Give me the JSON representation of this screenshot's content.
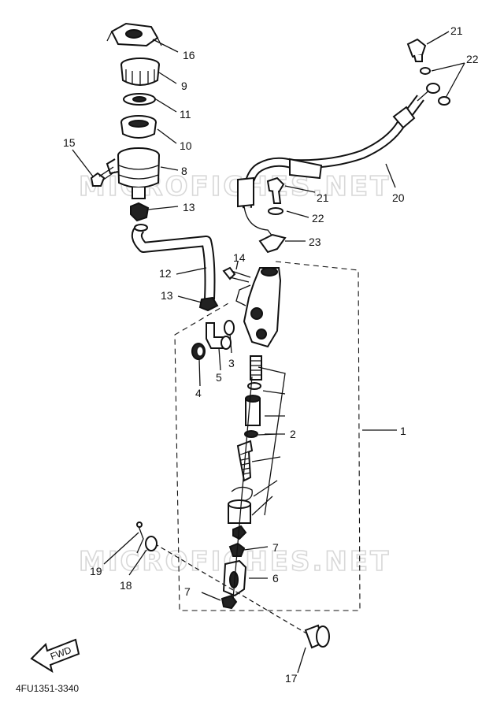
{
  "watermarks": [
    "MICROFICHES.NET",
    "MICROFICHES.NET"
  ],
  "diagram_code": "4FU1351-3340",
  "fwd_label": "FWD",
  "callouts": {
    "c1": "1",
    "c2": "2",
    "c3": "3",
    "c4": "4",
    "c5": "5",
    "c6": "6",
    "c7a": "7",
    "c7b": "7",
    "c8": "8",
    "c9": "9",
    "c10": "10",
    "c11": "11",
    "c12": "12",
    "c13a": "13",
    "c13b": "13",
    "c14": "14",
    "c15": "15",
    "c16": "16",
    "c17": "17",
    "c18": "18",
    "c19": "19",
    "c20": "20",
    "c21a": "21",
    "c21b": "21",
    "c22a": "22",
    "c22b": "22",
    "c23": "23"
  }
}
